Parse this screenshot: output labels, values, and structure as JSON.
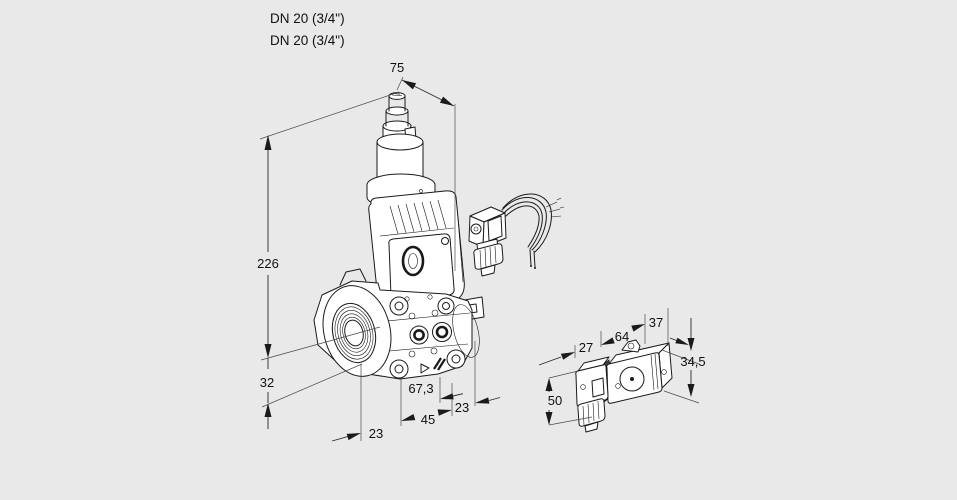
{
  "page": {
    "background_color": "#e9e9e9",
    "line_color": "#1a1a1a",
    "description": "Isometric dimensional drawing of a gas solenoid valve with separate solenoid actuator detail"
  },
  "header": {
    "line1": "DN 20 (3/4\")",
    "line2": "DN 20 (3/4\")"
  },
  "main_view": {
    "dims": {
      "top_width": "75",
      "total_height": "226",
      "center_to_bottom": "32",
      "flange_width": "67,3",
      "bottom_left": "23",
      "bottom_mid": "45",
      "bottom_right": "23"
    }
  },
  "side_view": {
    "dims": {
      "connector_width": "27",
      "body_length": "64",
      "body_depth": "37",
      "body_height": "34,5",
      "connector_height": "50"
    }
  }
}
